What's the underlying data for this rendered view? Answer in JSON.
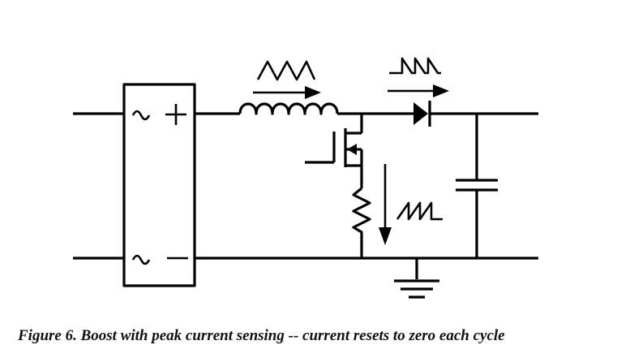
{
  "figure": {
    "caption": "Figure 6. Boost with peak current sensing -- current resets to zero each cycle"
  },
  "diagram": {
    "components": [
      "ac-source-block",
      "boost-inductor",
      "inductor-current-waveform",
      "mosfet-switch",
      "current-sense-resistor",
      "sense-current-waveform",
      "boost-diode",
      "diode-current-waveform",
      "output-capacitor",
      "ground-symbol"
    ],
    "labels": {
      "source_top_symbols": "~ +",
      "source_bottom_symbols": "~ −"
    }
  }
}
